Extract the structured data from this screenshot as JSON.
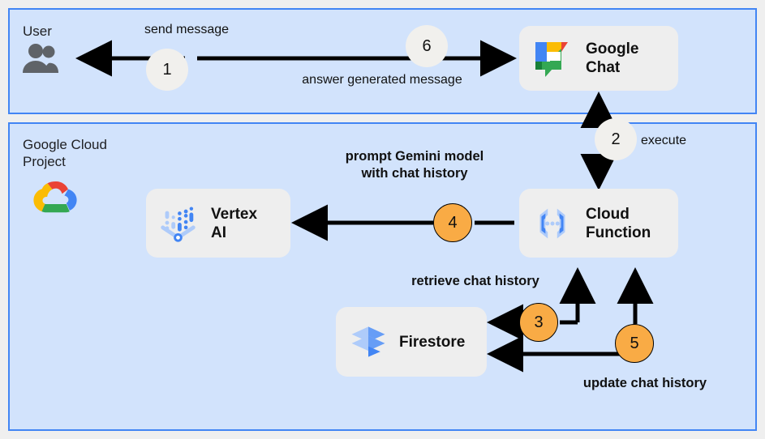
{
  "zones": [
    {
      "id": "user",
      "label": "User"
    },
    {
      "id": "gcp",
      "label": "Google Cloud\nProject"
    }
  ],
  "nodes": [
    {
      "id": "google-chat",
      "label": "Google\nChat",
      "icon": "google-chat-icon"
    },
    {
      "id": "vertex-ai",
      "label": "Vertex\nAI",
      "icon": "vertex-ai-icon"
    },
    {
      "id": "cloud-function",
      "label": "Cloud\nFunction",
      "icon": "cloud-function-icon"
    },
    {
      "id": "firestore",
      "label": "Firestore",
      "icon": "firestore-icon"
    }
  ],
  "flow_labels": {
    "send_message": "send message",
    "answer_generated_message": "answer generated message",
    "execute": "execute",
    "prompt_gemini": "prompt Gemini model\nwith chat history",
    "retrieve_chat_history": "retrieve chat history",
    "update_chat_history": "update chat history"
  },
  "steps": [
    {
      "id": "1",
      "number": "1",
      "style": "gray"
    },
    {
      "id": "2",
      "number": "2",
      "style": "gray"
    },
    {
      "id": "3",
      "number": "3",
      "style": "orange"
    },
    {
      "id": "4",
      "number": "4",
      "style": "orange"
    },
    {
      "id": "5",
      "number": "5",
      "style": "orange"
    },
    {
      "id": "6",
      "number": "6",
      "style": "gray"
    }
  ],
  "colors": {
    "panel_fill": "#d2e3fc",
    "panel_border": "#4285f4",
    "node_fill": "#eeeeee",
    "step_orange": "#f9ab45",
    "step_gray": "#f1f0ed",
    "page_background": "#efefef",
    "google_blue": "#4285f4",
    "google_red": "#ea4335",
    "google_yellow": "#fbbc04",
    "google_green": "#34a853"
  }
}
